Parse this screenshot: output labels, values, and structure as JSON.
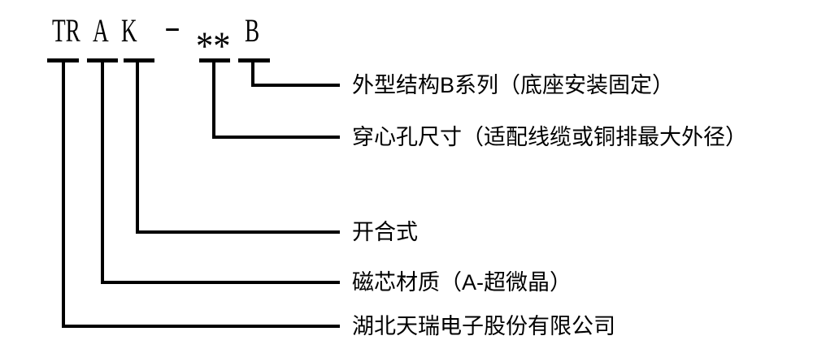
{
  "diagram": {
    "code": {
      "segments": [
        "TR",
        "A",
        "K",
        "-",
        "**",
        "B"
      ]
    },
    "legend": [
      {
        "code": "B",
        "label": "外型结构B系列（底座安装固定）"
      },
      {
        "code": "**",
        "label": "穿心孔尺寸（适配线缆或铜排最大外径）"
      },
      {
        "code": "K",
        "label": "开合式"
      },
      {
        "code": "A",
        "label": "磁芯材质（A-超微晶）"
      },
      {
        "code": "TR",
        "label": "湖北天瑞电子股份有限公司"
      }
    ],
    "colors": {
      "background": "#ffffff",
      "line": "#000000",
      "text": "#000000"
    }
  }
}
